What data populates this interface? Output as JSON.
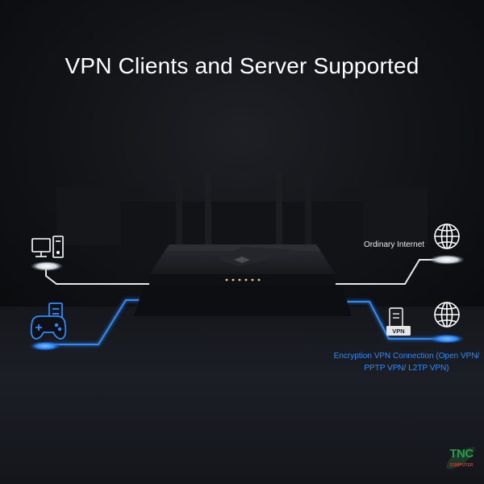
{
  "headline": "VPN Clients and Server Supported",
  "labels": {
    "ordinary_internet": "Ordinary Internet",
    "vpn_connection": "Encryption VPN Connection (Open VPN/ PPTP VPN/ L2TP VPN)",
    "vpn_badge": "VPN"
  },
  "logo": {
    "text": "TNC",
    "subtext": "COMPUTER"
  },
  "colors": {
    "background": "#111216",
    "white_line": "#e8e8e8",
    "vpn_blue": "#2e8bff",
    "logo_green": "#2a9a47",
    "logo_red": "#e4322b"
  },
  "icons": [
    "desktop-computer-icon",
    "gamepad-icon",
    "globe-icon",
    "server-icon"
  ]
}
